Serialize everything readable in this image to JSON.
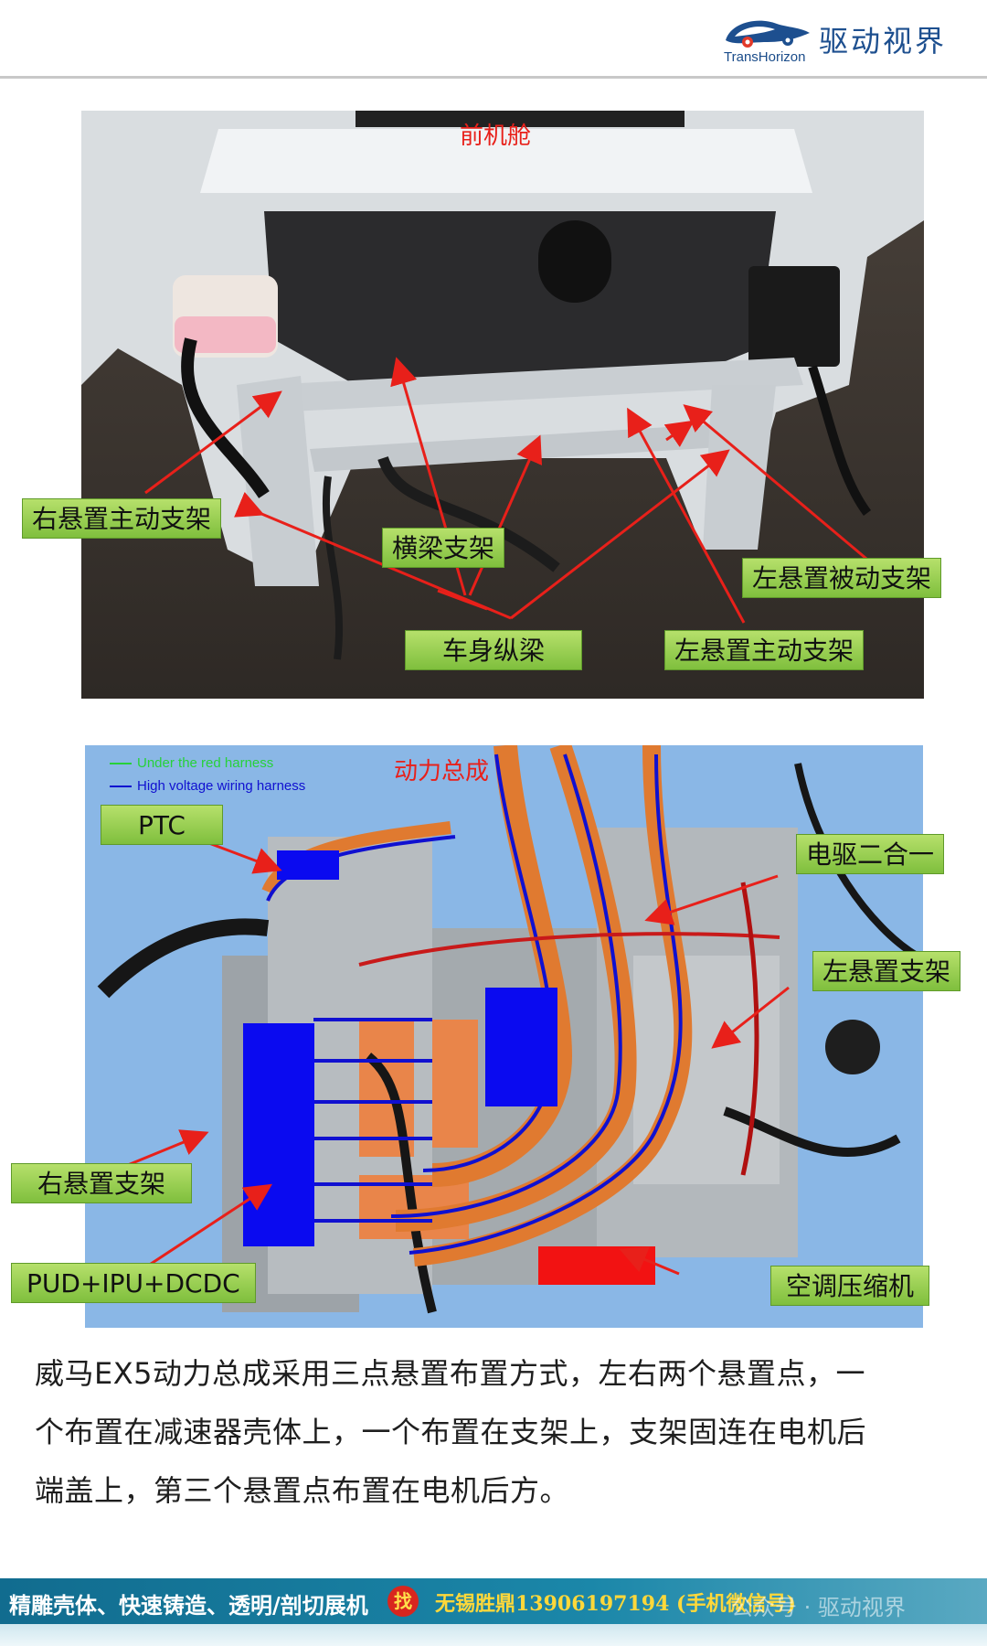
{
  "header": {
    "logo_en": "TransHorizon",
    "logo_cn": "驱动视界"
  },
  "panel1": {
    "title": "前机舱",
    "labels": {
      "right_active": "右悬置主动支架",
      "crossbeam": "横梁支架",
      "left_passive": "左悬置被动支架",
      "body_rail": "车身纵梁",
      "left_active": "左悬置主动支架"
    }
  },
  "panel2": {
    "title": "动力总成",
    "legend": [
      {
        "text": "Under the red harness",
        "color": "#27d13a"
      },
      {
        "text": "High voltage wiring harness",
        "color": "#1010d0"
      }
    ],
    "labels": {
      "ptc": "PTC",
      "edrive": "电驱二合一",
      "left_mount": "左悬置支架",
      "right_mount": "右悬置支架",
      "pud": "PUD+IPU+DCDC",
      "compressor": "空调压缩机"
    }
  },
  "paragraph": {
    "line1": "威马EX5动力总成采用三点悬置布置方式，左右两个悬置点，一",
    "line2": "个布置在减速器壳体上，一个布置在支架上，支架固连在电机后",
    "line3": "端盖上，第三个悬置点布置在电机后方。"
  },
  "footer": {
    "left": "精雕壳体、快速铸造、透明/剖切展机",
    "badge": "找",
    "right": "无锡胜鼎13906197194 (手机微信号)",
    "watermark": "公众号 · 驱动视界"
  },
  "colors": {
    "callout_green": "#8ccb45",
    "arrow_red": "#e8201a",
    "hv_harness_blue": "#1010d0",
    "orange_cable": "#e07a30",
    "footer_teal": "#137395"
  }
}
